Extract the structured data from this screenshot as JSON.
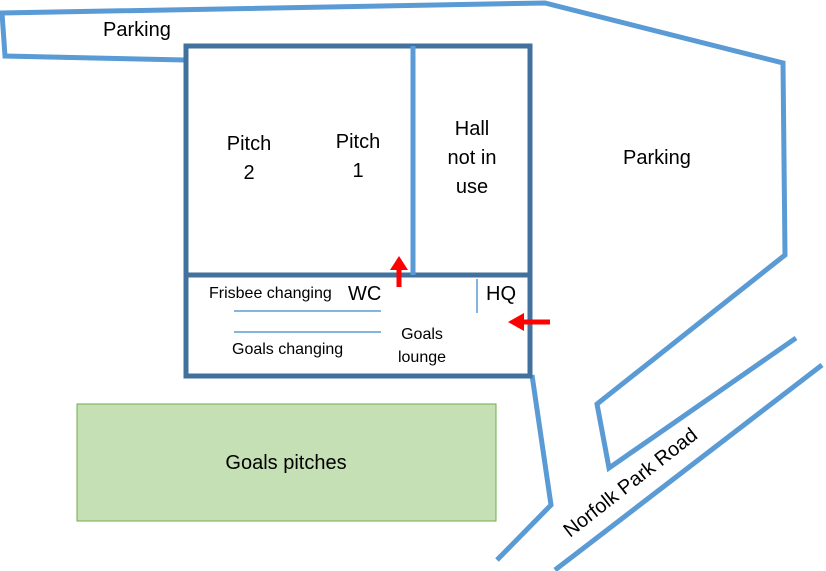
{
  "map": {
    "parking_top": "Parking",
    "parking_right": "Parking",
    "pitch2": [
      "Pitch",
      "2"
    ],
    "pitch1": [
      "Pitch",
      "1"
    ],
    "hall": [
      "Hall",
      "not in",
      "use"
    ],
    "frisbee_changing": "Frisbee changing",
    "wc": "WC",
    "hq": "HQ",
    "goals_changing": "Goals changing",
    "goals_lounge": [
      "Goals",
      "lounge"
    ],
    "goals_pitches": "Goals pitches",
    "road": "Norfolk Park Road"
  },
  "colors": {
    "building_outline": "#41719C",
    "path_outline": "#5B9BD5",
    "field_fill": "#C5E0B4",
    "field_border": "#70AD47",
    "arrow": "#FF0000"
  }
}
